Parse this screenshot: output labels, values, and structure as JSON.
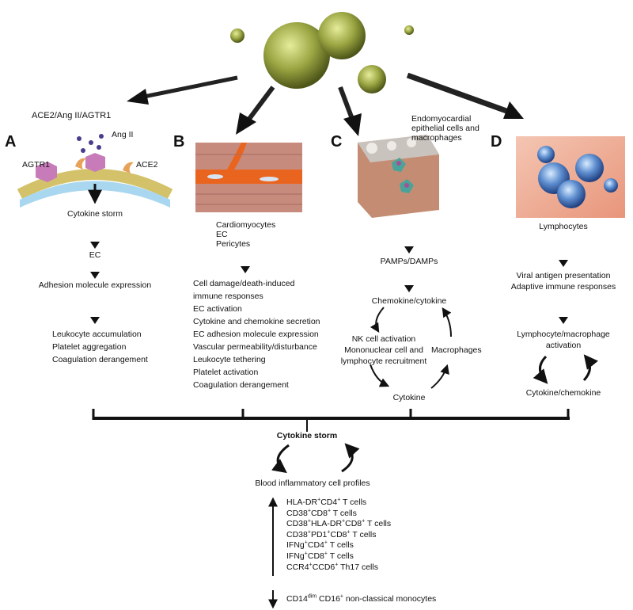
{
  "top_label": "ACE2/Ang II/AGTR1",
  "panels": {
    "A": {
      "letter": "A",
      "labels": {
        "ang": "Ang II",
        "agtr1": "AGTR1",
        "ace2": "ACE2"
      },
      "steps": [
        "Cytokine storm",
        "EC",
        "Adhesion molecule expression"
      ],
      "outcomes": [
        "Leukocyte accumulation",
        "Platelet aggregation",
        "Coagulation derangement"
      ]
    },
    "B": {
      "letter": "B",
      "cells": [
        "Cardiomyocytes",
        "EC",
        "Pericytes"
      ],
      "outcomes": [
        "Cell damage/death-induced",
        "immune responses",
        "EC activation",
        "Cytokine and chemokine secretion",
        "EC adhesion molecule expression",
        "Vascular permeability/disturbance",
        "Leukocyte tethering",
        "Platelet activation",
        "Coagulation derangement"
      ]
    },
    "C": {
      "letter": "C",
      "header": [
        "Endomyocardial",
        "epithelial cells and",
        "macrophages"
      ],
      "step1": "PAMPs/DAMPs",
      "step2": "Chemokine/cytokine",
      "left": [
        "NK cell activation",
        "Mononuclear cell and",
        "lymphocyte recruitment"
      ],
      "right": "Macrophages",
      "bottom": "Cytokine"
    },
    "D": {
      "letter": "D",
      "cells": "Lymphocytes",
      "step1": [
        "Viral antigen presentation",
        "Adaptive immune responses"
      ],
      "step2": [
        "Lymphocyte/macrophage",
        "activation"
      ],
      "bottom": "Cytokine/chemokine"
    }
  },
  "center": {
    "title": "Cytokine storm",
    "profiles": "Blood inflammatory cell profiles",
    "up_list": [
      {
        "parts": [
          "HLA-DR",
          "+",
          "CD4",
          "+",
          " T cells"
        ]
      },
      {
        "parts": [
          "CD38",
          "+",
          "CD8",
          "+",
          " T cells"
        ]
      },
      {
        "parts": [
          "CD38",
          "+",
          "HLA-DR",
          "+",
          "CD8",
          "+",
          " T cells"
        ]
      },
      {
        "parts": [
          "CD38",
          "+",
          "PD1",
          "+",
          "CD8",
          "+",
          " T cells"
        ]
      },
      {
        "parts": [
          "IFNg",
          "+",
          "CD4",
          "+",
          " T cells"
        ]
      },
      {
        "parts": [
          "IFNg",
          "+",
          "CD8",
          "+",
          " T cells"
        ]
      },
      {
        "parts": [
          "CCR4",
          "+",
          "CCD6",
          "+",
          " Th17 cells"
        ]
      }
    ],
    "down_item": {
      "parts": [
        "CD14",
        "dim",
        " CD16",
        "+",
        " non-classical monocytes"
      ]
    }
  }
}
